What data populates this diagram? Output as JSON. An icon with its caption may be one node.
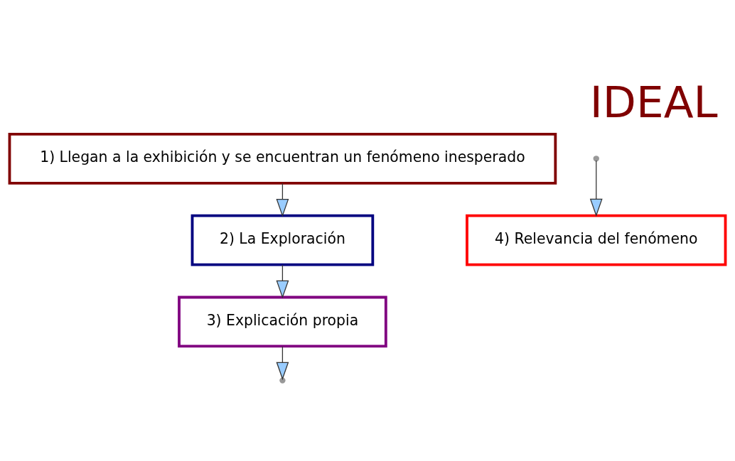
{
  "diagram": {
    "title": "IDEAL",
    "nodes": [
      {
        "text": [
          "1) Llegan a la exhibición y se encuentran un fenómeno inesperado"
        ]
      },
      {
        "text": [
          "2) La Exploración"
        ]
      },
      {
        "text": [
          "3) Explicación propia"
        ]
      },
      {
        "text": [
          "4) Relevancia del fenómeno"
        ]
      }
    ],
    "edges": [
      {
        "from": 0,
        "to": 1,
        "arrow": "to"
      },
      {
        "from": 1,
        "to": 2,
        "arrow": "to"
      },
      {
        "from": 2,
        "to": null,
        "arrow": "to"
      },
      {
        "from": null,
        "to": 3,
        "arrow": "to"
      }
    ]
  }
}
